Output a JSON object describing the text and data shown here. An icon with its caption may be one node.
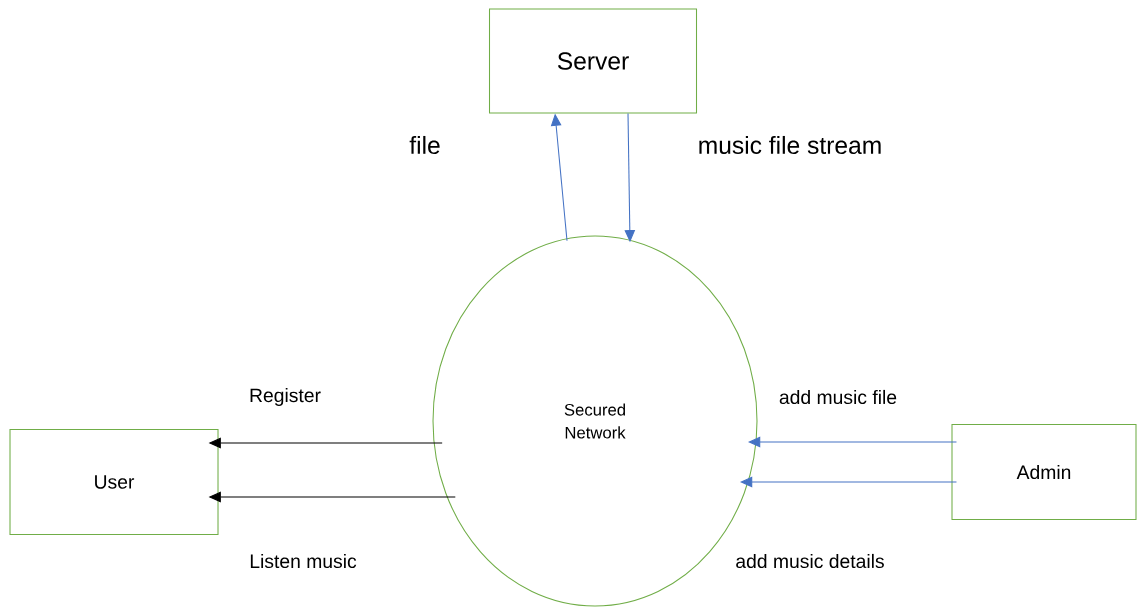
{
  "diagram": {
    "nodes": [
      {
        "text": [
          "Server"
        ]
      },
      {
        "text": [
          "Secured Network"
        ]
      },
      {
        "text": [
          "User"
        ]
      },
      {
        "text": [
          "Admin"
        ]
      }
    ],
    "edges": [
      {
        "from": 1,
        "to": 0,
        "arrow": "to",
        "label": "file"
      },
      {
        "from": 0,
        "to": 1,
        "arrow": "to",
        "label": "music file stream"
      },
      {
        "from": 1,
        "to": 2,
        "arrow": "to",
        "label": "Register",
        "color": "#000000"
      },
      {
        "from": 1,
        "to": 2,
        "arrow": "to",
        "label": "Listen music",
        "color": "#000000"
      },
      {
        "from": 3,
        "to": 1,
        "arrow": "to",
        "label": "add music file"
      },
      {
        "from": 3,
        "to": 1,
        "arrow": "to",
        "label": "add music details"
      }
    ]
  }
}
